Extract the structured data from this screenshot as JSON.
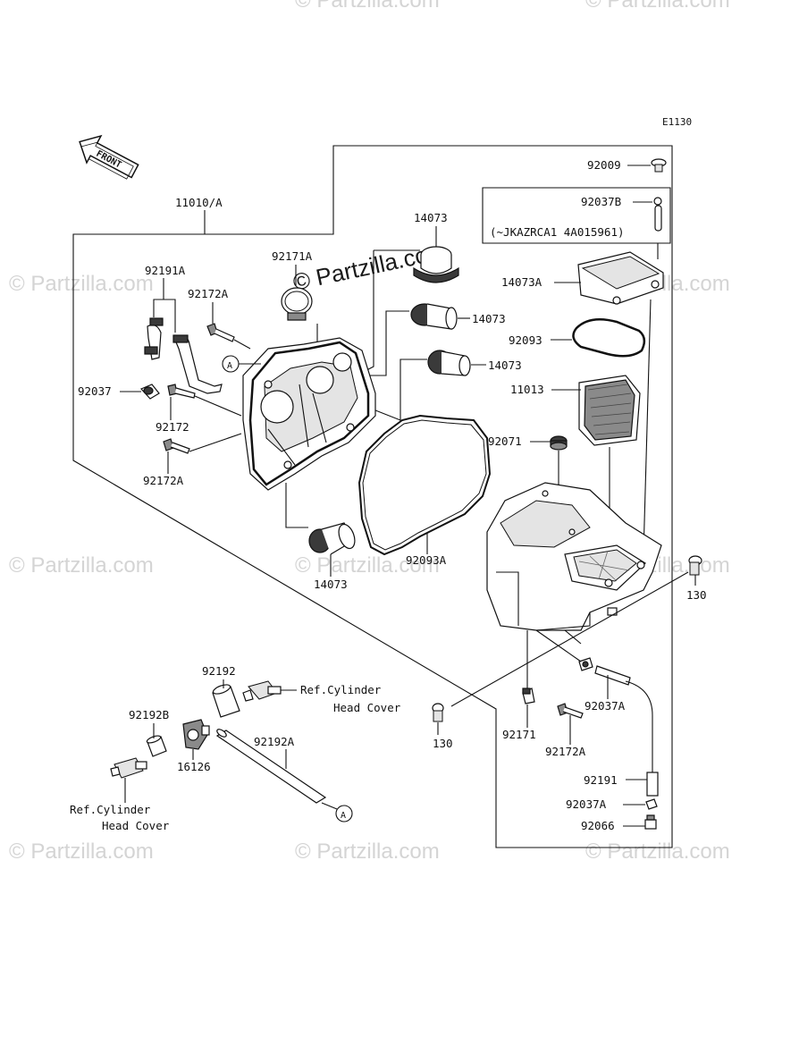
{
  "diagram_code": "E1130",
  "front_label": "FRONT",
  "watermark": "© Partzilla.com",
  "serial_note": "(~JKAZRCA1 4A015961)",
  "callouts": {
    "ref_a1": "A",
    "ref_a2": "A"
  },
  "labels": {
    "p92009": "92009",
    "p92037B": "92037B",
    "p14073A": "14073A",
    "p92093": "92093",
    "p11013": "11013",
    "p92071": "92071",
    "p11010A": "11010/A",
    "p14073_top": "14073",
    "p92171A": "92171A",
    "p92191A": "92191A",
    "p92172A_top": "92172A",
    "p14073_mid1": "14073",
    "p14073_mid2": "14073",
    "p92037": "92037",
    "p92172": "92172",
    "p92172A_low": "92172A",
    "p14073_bottom": "14073",
    "p92093A": "92093A",
    "p130_right": "130",
    "p92192": "92192",
    "ref_cyl_1a": "Ref.Cylinder",
    "ref_cyl_1b": "Head Cover",
    "p92192B": "92192B",
    "p16126": "16126",
    "p92192A": "92192A",
    "p130_low": "130",
    "p92171": "92171",
    "p92172A_right": "92172A",
    "p92037A_1": "92037A",
    "p92191": "92191",
    "p92037A_2": "92037A",
    "p92066": "92066",
    "ref_cyl_2a": "Ref.Cylinder",
    "ref_cyl_2b": "Head Cover"
  }
}
